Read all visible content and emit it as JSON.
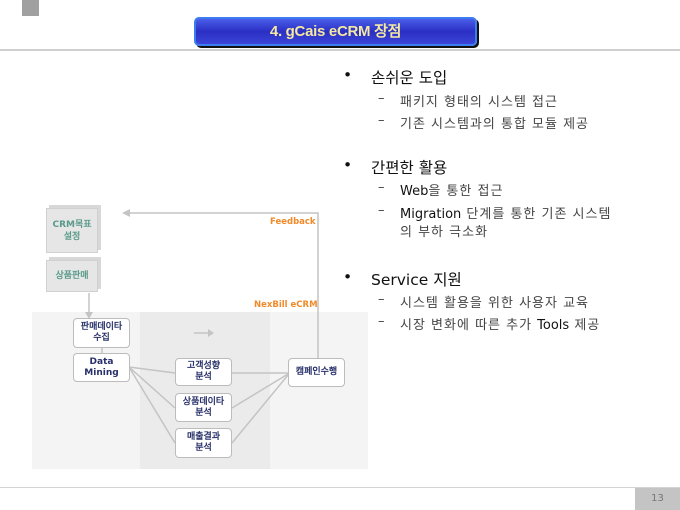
{
  "title": "4. gCais eCRM 장점",
  "page_number": "13",
  "bullets": [
    {
      "label": "손쉬운 도입",
      "subs": [
        {
          "text": "패키지 형태의 시스템 접근"
        },
        {
          "text": "기존 시스템과의 통합 모듈 제공"
        }
      ]
    },
    {
      "label": "간편한 활용",
      "subs": [
        {
          "bold": "Web",
          "text": "을 통한 접근"
        },
        {
          "bold": "Migration",
          "text": " 단계를 통한 기존 시스템",
          "text2": "의 부하 극소화"
        }
      ]
    },
    {
      "label": "Service 지원",
      "subs": [
        {
          "text": "시스템 활용을 위한 사용자 교육"
        },
        {
          "pre": "시장 변화에 따른 추가 ",
          "bold": "Tools",
          "text": " 제공"
        }
      ]
    }
  ],
  "diagram": {
    "crm_goal": "CRM목표\n설정",
    "sales": "상품판매",
    "collect": "판매데이타\n수집",
    "mining": "Data\nMining",
    "customer": "고객성향\n분석",
    "product": "상품데이타\n분석",
    "revenue": "매출결과\n분석",
    "campaign": "캠페인수행",
    "feedback": "Feedback",
    "nexbill": "NexBill eCRM"
  }
}
